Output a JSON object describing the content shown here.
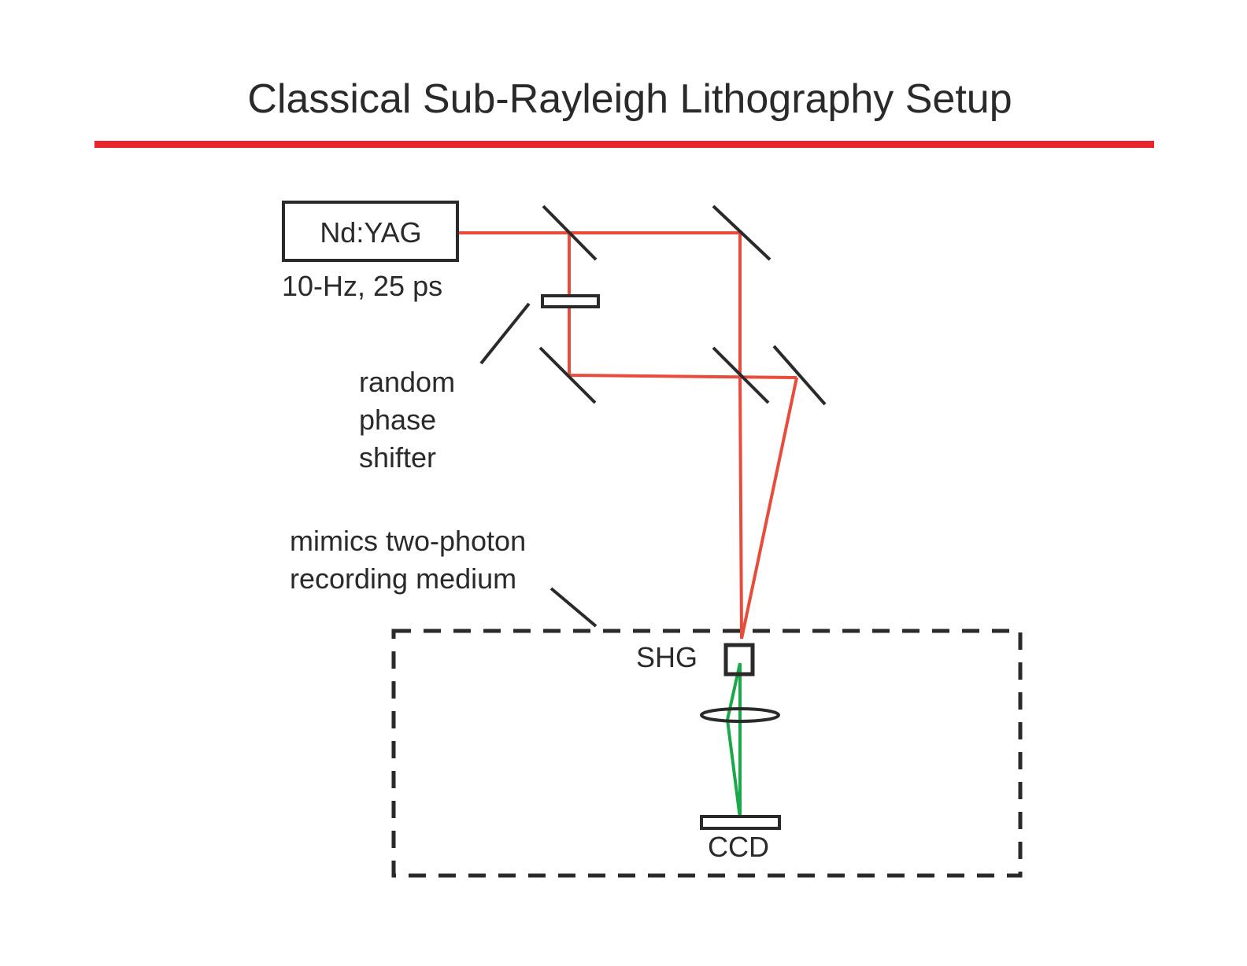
{
  "title": "Classical Sub-Rayleigh Lithography Setup",
  "laser": {
    "label": "Nd:YAG",
    "spec": "10-Hz, 25 ps"
  },
  "phase_shifter_label": [
    "random",
    "phase",
    "shifter"
  ],
  "medium_label": [
    "mimics two-photon",
    "recording medium"
  ],
  "shg_label": "SHG",
  "ccd_label": "CCD",
  "colors": {
    "title_rule": "#e8262c",
    "red_beam": "#e84c3d",
    "green_beam": "#1aa84a",
    "component": "#2a2a2a"
  }
}
